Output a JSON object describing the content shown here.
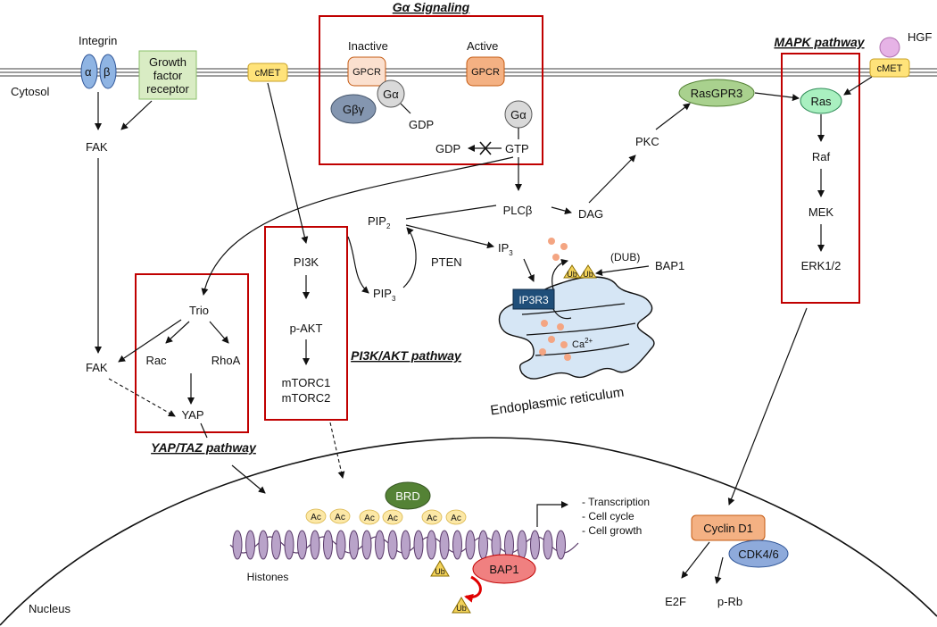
{
  "titles": {
    "galpha": "Gα Signaling",
    "mapk": "MAPK pathway",
    "pi3k": "PI3K/AKT pathway",
    "yap": "YAP/TAZ pathway"
  },
  "membrane": {
    "cytosol": "Cytosol",
    "integrin": "Integrin",
    "alpha": "α",
    "beta": "β",
    "gfr_line1": "Growth",
    "gfr_line2": "factor",
    "gfr_line3": "receptor",
    "cmet": "cMET",
    "hgf": "HGF"
  },
  "galpha": {
    "inactive": "Inactive",
    "active": "Active",
    "gpcr": "GPCR",
    "ga": "Gα",
    "gbg": "Gβγ",
    "gdp": "GDP",
    "gtp": "GTP"
  },
  "nodes": {
    "fak": "FAK",
    "pi3k": "PI3K",
    "pakt": "p-AKT",
    "mtorc1": "mTORC1",
    "mtorc2": "mTORC2",
    "pip": "PIP",
    "pip2_sub": "2",
    "pip3_sub": "3",
    "pten": "PTEN",
    "plcb": "PLCβ",
    "dag": "DAG",
    "pkc": "PKC",
    "ip": "IP",
    "ip3_sub": "3",
    "rasgpr3": "RasGPR3",
    "ras": "Ras",
    "raf": "Raf",
    "mek": "MEK",
    "erk": "ERK1/2",
    "trio": "Trio",
    "rac": "Rac",
    "rhoa": "RhoA",
    "yap": "YAP",
    "ip3r3": "IP3R3",
    "ub": "Ub",
    "dub": "(DUB)",
    "bap1": "BAP1",
    "ca": "Ca",
    "ca_sup": "2+",
    "er": "Endoplasmic reticulum"
  },
  "nucleus": {
    "label": "Nucleus",
    "brd": "BRD",
    "ac": "Ac",
    "histones": "Histones",
    "bap1": "BAP1",
    "ub": "Ub",
    "out1": "- Transcription",
    "out2": "- Cell cycle",
    "out3": "- Cell growth",
    "cyclin": "Cyclin D1",
    "cdk": "CDK4/6",
    "e2f": "E2F",
    "prb": "p-Rb"
  },
  "colors": {
    "red_box": "#c00000",
    "integrin": "#8fb4e3",
    "gfr": "#d9ecc4",
    "cmet": "#ffe37a",
    "gpcr": "#f4b183",
    "gbg": "#8496b0",
    "green": "#70ad47",
    "ras": "#a9f0c0",
    "ip3r3": "#1f4e79",
    "ub": "#f2d25a",
    "er": "#d6e6f5",
    "cyclin": "#f4b183",
    "cdk": "#8eaadb",
    "bap1": "#f08080",
    "brd": "#548235",
    "hgf": "#e6b3e6"
  }
}
